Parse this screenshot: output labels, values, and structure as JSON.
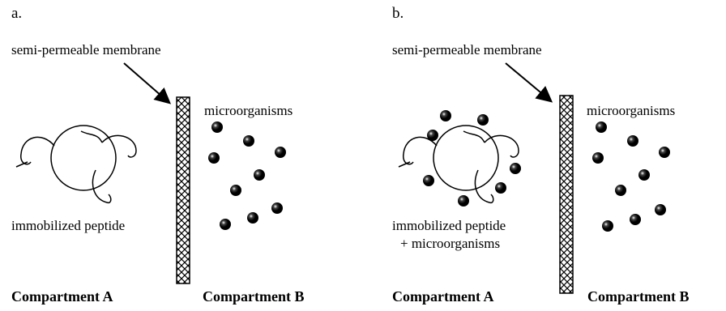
{
  "panels": [
    {
      "label": "a.",
      "membrane_label": "semi-permeable membrane",
      "organisms_label": "microorganisms",
      "peptide_label": "immobilized peptide",
      "peptide_label_line2": "",
      "compartment_a": "Compartment A",
      "compartment_b": "Compartment B"
    },
    {
      "label": "b.",
      "membrane_label": "semi-permeable membrane",
      "organisms_label": "microorganisms",
      "peptide_label": "immobilized peptide",
      "peptide_label_line2": "+ microorganisms",
      "compartment_a": "Compartment A",
      "compartment_b": "Compartment B"
    }
  ],
  "colors": {
    "ink": "#000000",
    "background": "#ffffff"
  }
}
